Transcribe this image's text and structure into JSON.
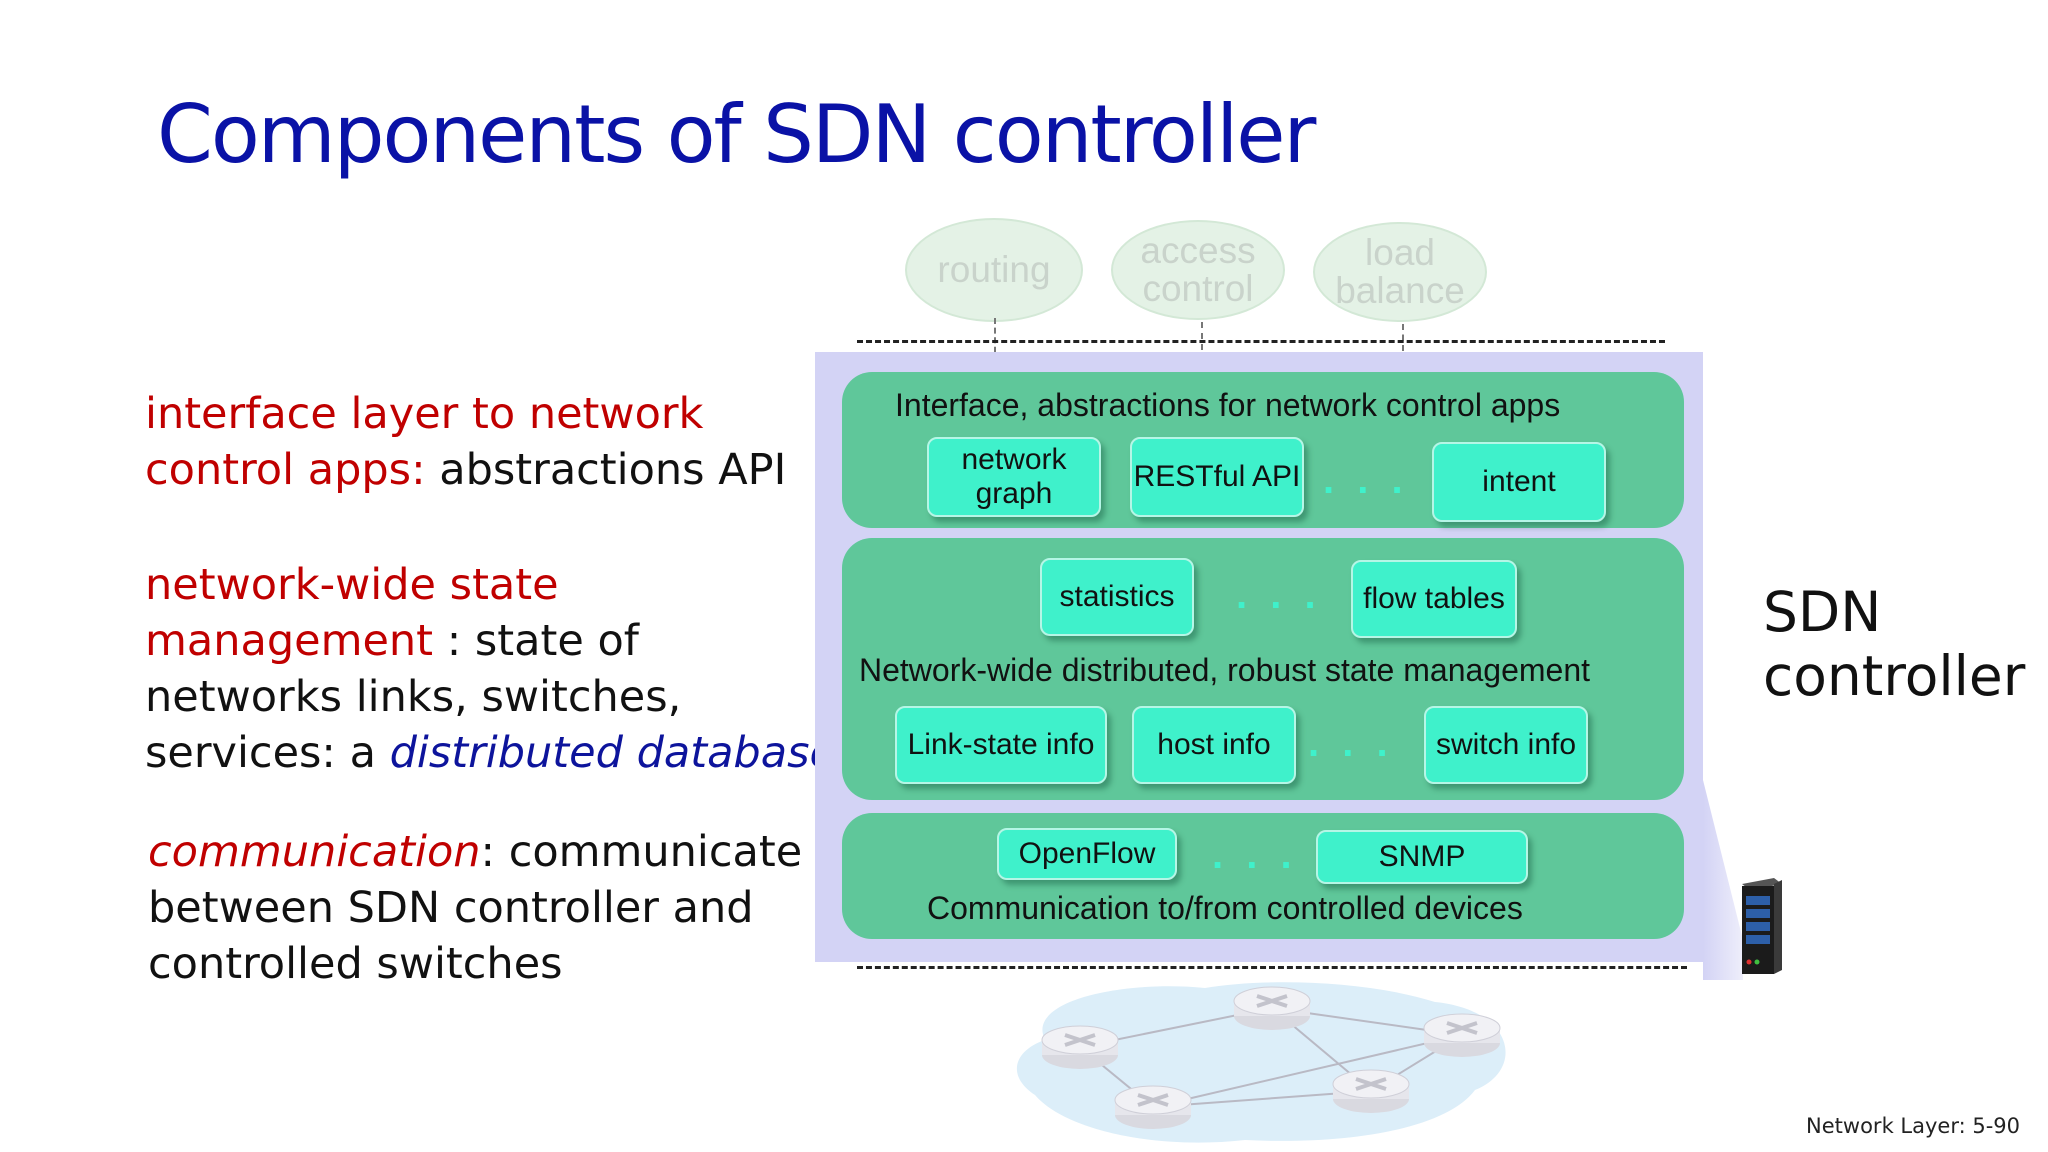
{
  "slide": {
    "title": "Components of SDN controller",
    "footer": "Network Layer: 5-90"
  },
  "descriptions": {
    "interface": {
      "line1": "interface layer to network",
      "line2_red": "control apps:",
      "line2_rest": " abstractions API"
    },
    "state": {
      "line1": "network-wide state",
      "line2_red": "management",
      "line2_rest": " : state of",
      "line3": "networks links, switches,",
      "line4_plain": "services: a ",
      "line4_italic": "distributed database"
    },
    "communication": {
      "line1_italic": "communication",
      "line1_rest": ": communicate",
      "line2": "between SDN controller and",
      "line3": "controlled switches"
    }
  },
  "apps": [
    "routing",
    "access control",
    "load balance"
  ],
  "layers": {
    "interface": {
      "label": "Interface, abstractions for network control apps",
      "chips": [
        "network graph",
        "RESTful API",
        "intent"
      ]
    },
    "state": {
      "label": "Network-wide distributed, robust  state management",
      "top_chips": [
        "statistics",
        "flow tables"
      ],
      "bottom_chips": [
        "Link-state info",
        "host info",
        "switch info"
      ]
    },
    "communication": {
      "label": "Communication to/from controlled devices",
      "chips": [
        "OpenFlow",
        "SNMP"
      ]
    }
  },
  "ellipsis": ". . .",
  "controller_label": "SDN controller",
  "icons": [
    "server-icon",
    "router-icon",
    "network-cloud"
  ],
  "colors": {
    "title": "#0a12a6",
    "highlight_red": "#c00000",
    "layer_green": "#5fc79a",
    "chip_aqua": "#3ff1cb",
    "controller_bg": "#d3d3f5"
  }
}
